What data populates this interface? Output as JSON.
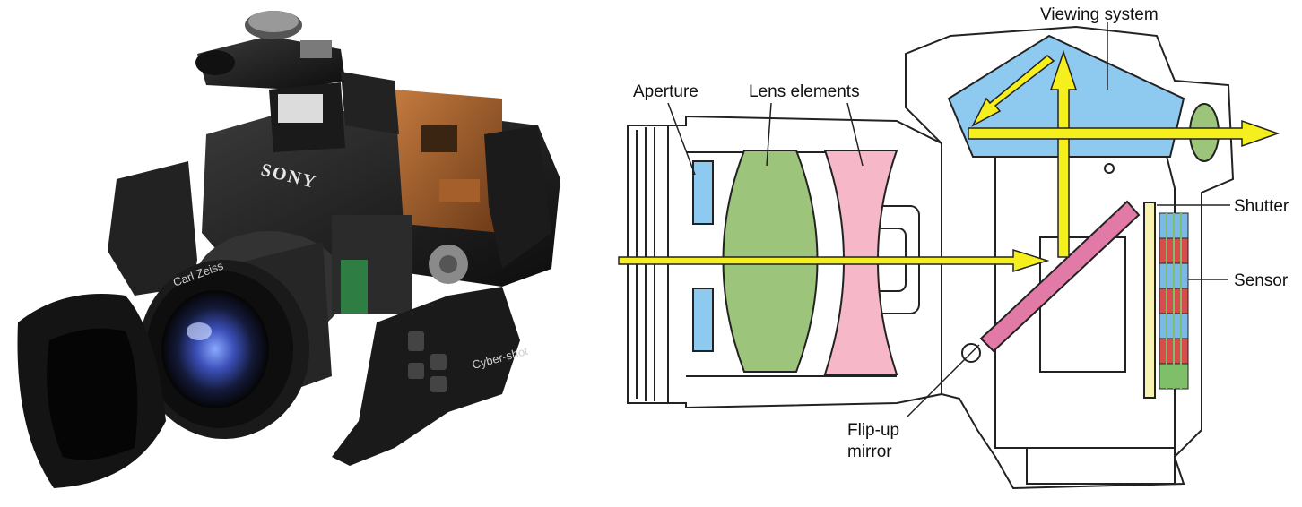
{
  "photo": {
    "brand_logo": "SONY",
    "lens_brand": "Carl Zeiss",
    "grip_brand": "Cyber-shot"
  },
  "diagram": {
    "labels": {
      "viewing_system": "Viewing system",
      "aperture": "Aperture",
      "lens_elements": "Lens elements",
      "shutter": "Shutter",
      "sensor": "Sensor",
      "flip_up_mirror_line1": "Flip-up",
      "flip_up_mirror_line2": "mirror"
    },
    "colors": {
      "prism": "#8ec9f0",
      "lens_convex": "#9cc47a",
      "lens_concave": "#f6b8c8",
      "aperture_blades": "#8ec9f0",
      "mirror": "#e27aa8",
      "shutter": "#f7f2b0",
      "light_ray": "#f5ef1e",
      "eyepiece": "#9cc47a",
      "sensor_red": "#d94c4c",
      "sensor_green": "#7fbf6a",
      "sensor_blue": "#7bb9e8"
    }
  }
}
